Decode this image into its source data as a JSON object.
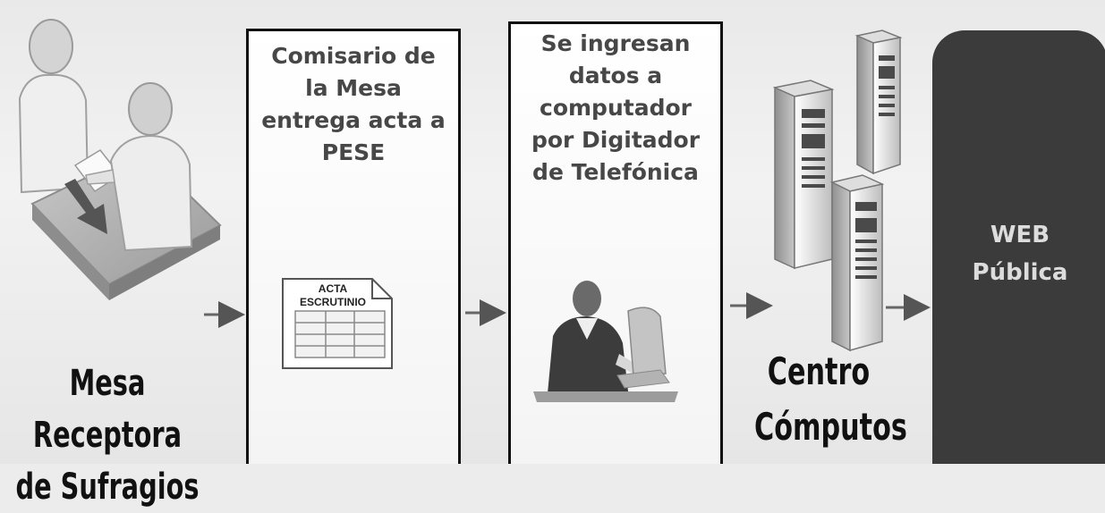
{
  "steps": {
    "mesa": {
      "caption": "Mesa Receptora\nde Sufragios"
    },
    "comisario": {
      "text": "Comisario de\nla Mesa\nentrega acta a\nPESE"
    },
    "ingreso": {
      "text": "Se ingresan\ndatos a\ncomputador\npor Digitador\nde Telefónica"
    },
    "centro": {
      "caption": "Centro\nCómputos"
    },
    "web": {
      "label": "WEB\nPública"
    }
  },
  "acta_form": {
    "line1": "ACTA",
    "line2": "ESCRUTINIO"
  },
  "icons": [
    "people-table-icon",
    "acta-document-icon",
    "typist-icon",
    "server-tower-icon"
  ],
  "colors": {
    "box_text": "#474747",
    "web_panel": "#3b3b3b",
    "web_text": "#dcdcdc"
  }
}
